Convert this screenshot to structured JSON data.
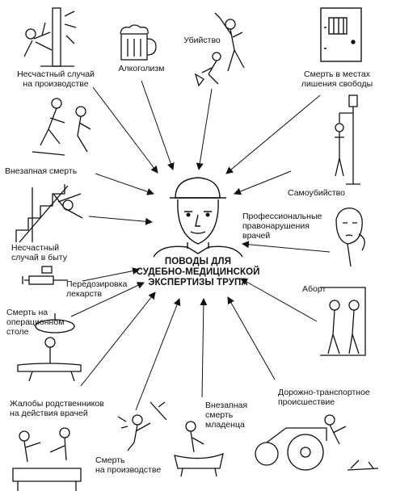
{
  "center": {
    "line1": "ПОВОДЫ ДЛЯ",
    "line2": "СУДЕБНО-МЕДИЦИНСКОЙ",
    "line3": "ЭКСПЕРТИЗЫ ТРУПА"
  },
  "labels": {
    "workplace_accident": [
      "Несчастный случай",
      "на производстве"
    ],
    "alcoholism": [
      "Алкоголизм"
    ],
    "murder": [
      "Убийство"
    ],
    "death_in_prison": [
      "Смерть в местах",
      "лишения свободы"
    ],
    "sudden_death": [
      "Внезапная смерть"
    ],
    "suicide": [
      "Самоубийство"
    ],
    "professional_offences": [
      "Профессиональные",
      "правонарушения",
      "врачей"
    ],
    "household_accident": [
      "Несчастный",
      "случай в быту"
    ],
    "overdose": [
      "Передозировка",
      "лекарств"
    ],
    "abortion": [
      "Аборт"
    ],
    "death_on_operating_table": [
      "Смерть на",
      "операционном",
      "столе"
    ],
    "traffic_accident": [
      "Дорожно-транспортное",
      "происшествие"
    ],
    "complaints": [
      "Жалобы родственников",
      "на действия врачей"
    ],
    "sudden_infant_death": [
      "Внезапная",
      "смерть",
      "младенца"
    ],
    "death_at_work": [
      "Смерть",
      "на производстве"
    ]
  }
}
